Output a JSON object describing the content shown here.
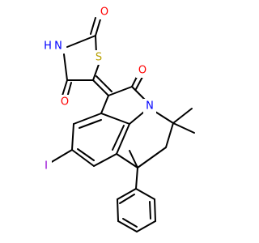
{
  "atoms": {
    "o_top": {
      "text": "O",
      "color": "#ff0000"
    },
    "nh": {
      "text": "N",
      "color": "#0000ff"
    },
    "h": {
      "text": "H",
      "color": "#0000ff"
    },
    "s": {
      "text": "S",
      "color": "#b8a000"
    },
    "o_thz": {
      "text": "O",
      "color": "#ff0000"
    },
    "o_lactam": {
      "text": "O",
      "color": "#ff0000"
    },
    "n_ring": {
      "text": "N",
      "color": "#0000ff"
    },
    "iodine": {
      "text": "I",
      "color": "#9400d3"
    }
  },
  "colors": {
    "bond": "#000000",
    "background": "#ffffff"
  }
}
